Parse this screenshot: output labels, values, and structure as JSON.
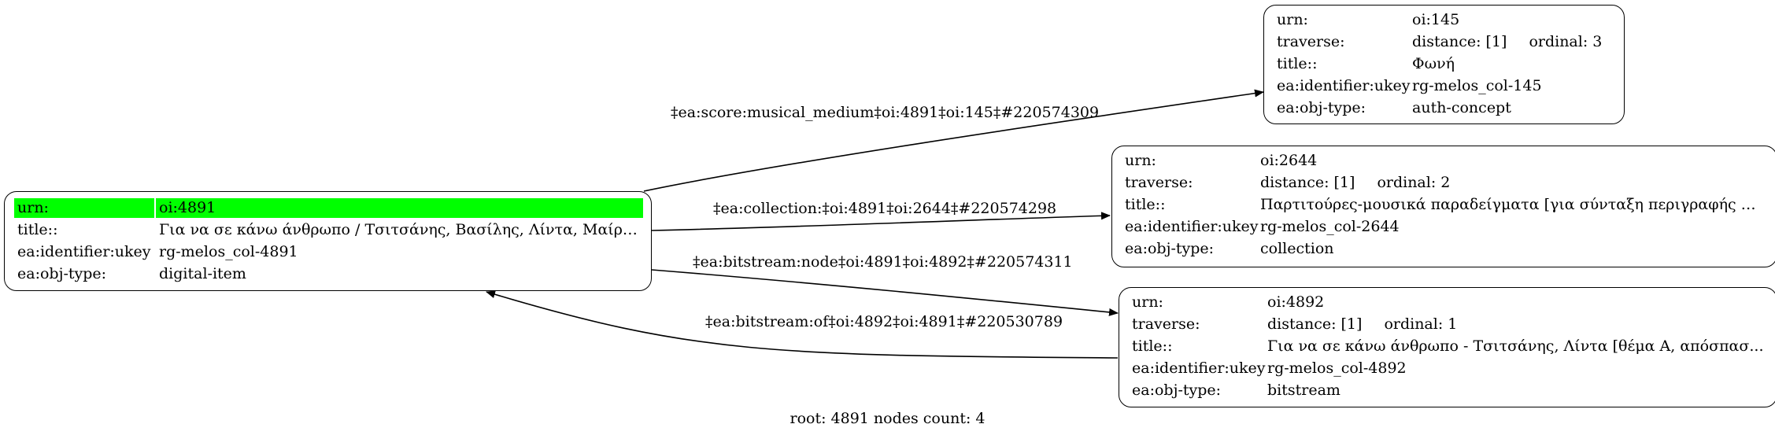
{
  "nodes": {
    "root": {
      "rows": [
        {
          "key": "urn:",
          "value": "oi:4891"
        },
        {
          "key": "title::",
          "value": "Για να σε κάνω άνθρωπο / Τσιτσάνης, Βασίλης, Λίντα, Μαίρη ..."
        },
        {
          "key": "ea:identifier:ukey",
          "value": "rg-melos_col-4891"
        },
        {
          "key": "ea:obj-type:",
          "value": "digital-item"
        }
      ]
    },
    "n145": {
      "rows": [
        {
          "key": "urn:",
          "value": "oi:145"
        },
        {
          "key": "traverse:",
          "value": "distance: [1]",
          "extra": "ordinal: 3"
        },
        {
          "key": "title::",
          "value": "Φωνή"
        },
        {
          "key": "ea:identifier:ukey",
          "value": "rg-melos_col-145"
        },
        {
          "key": "ea:obj-type:",
          "value": "auth-concept"
        }
      ]
    },
    "n2644": {
      "rows": [
        {
          "key": "urn:",
          "value": "oi:2644"
        },
        {
          "key": "traverse:",
          "value": "distance: [1]",
          "extra": "ordinal: 2"
        },
        {
          "key": "title::",
          "value": "Παρτιτούρες-μουσικά παραδείγματα [για σύνταξη περιγραφής Μ..."
        },
        {
          "key": "ea:identifier:ukey",
          "value": "rg-melos_col-2644"
        },
        {
          "key": "ea:obj-type:",
          "value": "collection"
        }
      ]
    },
    "n4892": {
      "rows": [
        {
          "key": "urn:",
          "value": "oi:4892"
        },
        {
          "key": "traverse:",
          "value": "distance: [1]",
          "extra": "ordinal: 1"
        },
        {
          "key": "title::",
          "value": "Για να σε κάνω άνθρωπο - Τσιτσάνης, Λίντα [θέμα Α, απόσπασ..."
        },
        {
          "key": "ea:identifier:ukey",
          "value": "rg-melos_col-4892"
        },
        {
          "key": "ea:obj-type:",
          "value": "bitstream"
        }
      ]
    }
  },
  "edges": [
    {
      "label": "‡ea:score:musical_medium‡oi:4891‡oi:145‡#220574309"
    },
    {
      "label": "‡ea:collection:‡oi:4891‡oi:2644‡#220574298"
    },
    {
      "label": "‡ea:bitstream:node‡oi:4891‡oi:4892‡#220574311"
    },
    {
      "label": "‡ea:bitstream:of‡oi:4892‡oi:4891‡#220530789"
    }
  ],
  "footer": "root: 4891 nodes count: 4",
  "colors": {
    "highlight": "#00ff00",
    "stroke": "#000000"
  }
}
